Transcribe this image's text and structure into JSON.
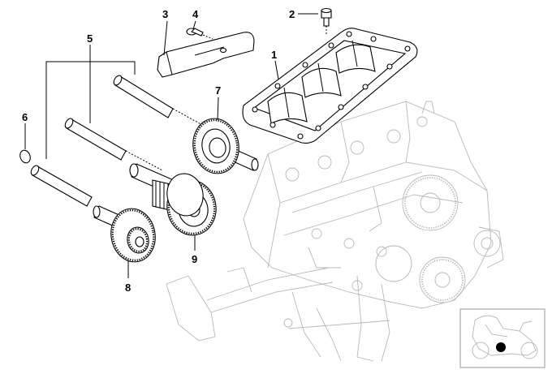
{
  "callouts": {
    "c1": "1",
    "c2": "2",
    "c3": "3",
    "c4": "4",
    "c5": "5",
    "c6": "6",
    "c7": "7",
    "c8": "8",
    "c9": "9"
  },
  "colors": {
    "line": "#000000",
    "ghost": "#b8b8b8",
    "background": "#ffffff",
    "locator_dot": "#000000"
  },
  "inset": {
    "icon": "motorcycle-locator-icon"
  }
}
